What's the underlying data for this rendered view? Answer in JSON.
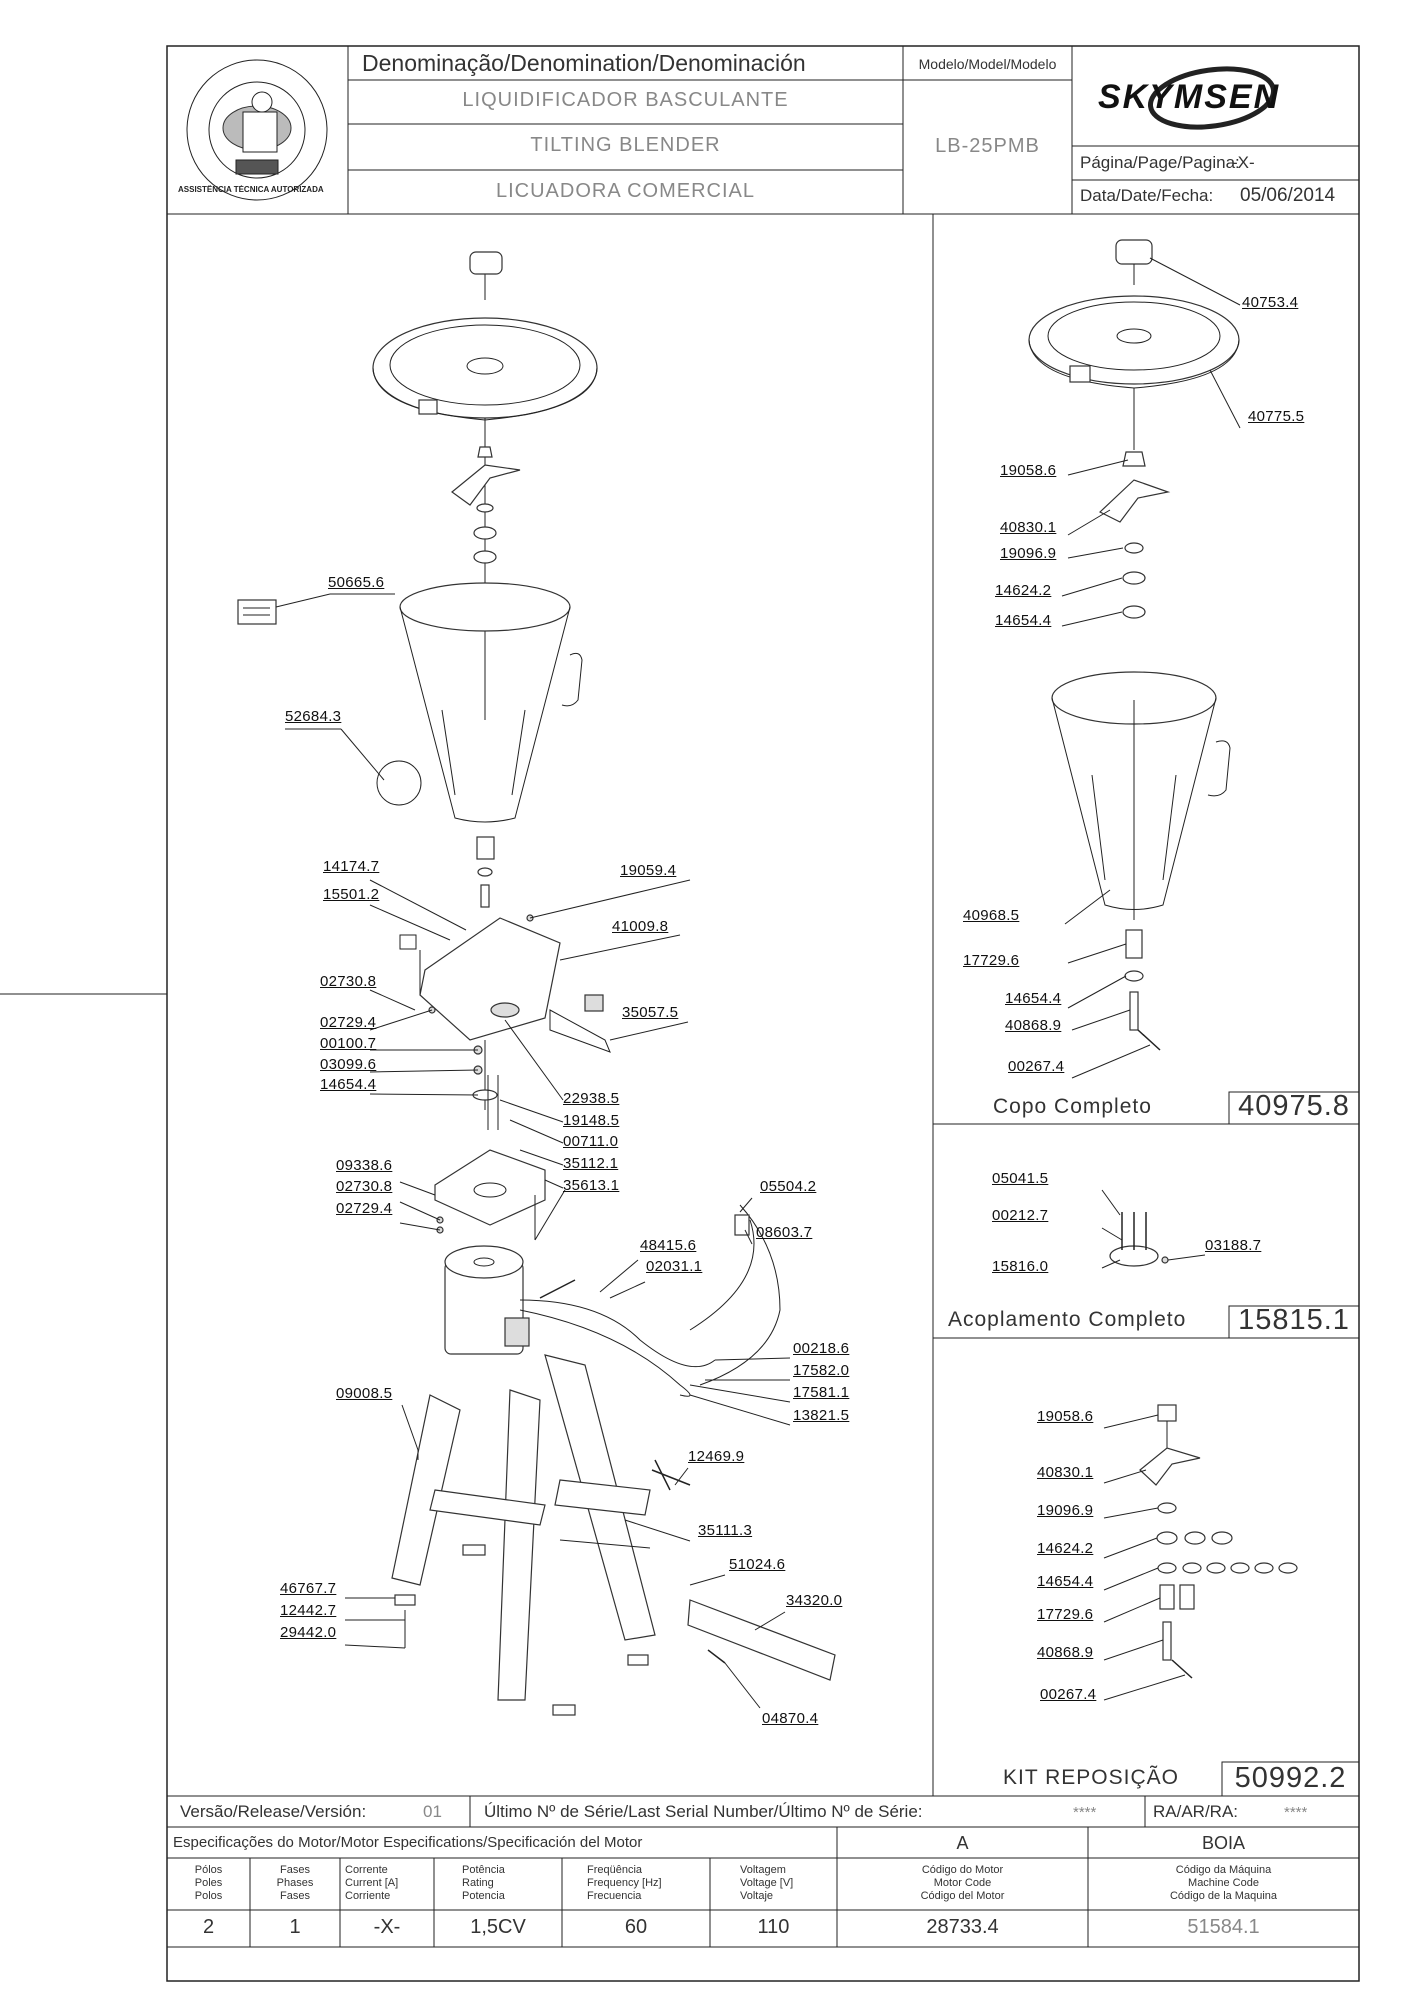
{
  "header": {
    "denomination_label": "Denominação/Denomination/Denominación",
    "name_pt": "LIQUIDIFICADOR  BASCULANTE",
    "name_en": "TILTING  BLENDER",
    "name_es": "LICUADORA  COMERCIAL",
    "model_label": "Modelo/Model/Modelo",
    "model_value": "LB-25PMB",
    "brand": "SKYMSEN",
    "page_label": "Página/Page/Pagina:",
    "page_value": "-X-",
    "date_label": "Data/Date/Fecha:",
    "date_value": "05/06/2014",
    "seal_text": "ASSISTÊNCIA TÉCNICA AUTORIZADA"
  },
  "main_labels": [
    "50665.6",
    "52684.3",
    "14174.7",
    "15501.2",
    "19059.4",
    "41009.8",
    "02730.8",
    "02729.4",
    "00100.7",
    "03099.6",
    "14654.4",
    "35057.5",
    "22938.5",
    "19148.5",
    "00711.0",
    "35112.1",
    "35613.1",
    "09338.6",
    "02730.8",
    "02729.4",
    "05504.2",
    "08603.7",
    "48415.6",
    "02031.1",
    "00218.6",
    "17582.0",
    "17581.1",
    "13821.5",
    "09008.5",
    "12469.9",
    "35111.3",
    "51024.6",
    "46767.7",
    "12442.7",
    "29442.0",
    "34320.0",
    "04870.4"
  ],
  "copo": {
    "labels": [
      "40753.4",
      "40775.5",
      "19058.6",
      "40830.1",
      "19096.9",
      "14624.2",
      "14654.4",
      "40968.5",
      "17729.6",
      "14654.4",
      "40868.9",
      "00267.4"
    ],
    "title": "Copo  Completo",
    "code": "40975.8"
  },
  "acoplamento": {
    "labels": [
      "05041.5",
      "00212.7",
      "03188.7",
      "15816.0"
    ],
    "title": "Acoplamento  Completo",
    "code": "15815.1"
  },
  "kit": {
    "labels": [
      "19058.6",
      "40830.1",
      "19096.9",
      "14624.2",
      "14654.4",
      "17729.6",
      "40868.9",
      "00267.4"
    ],
    "title": "KIT  REPOSIÇÃO",
    "code": "50992.2"
  },
  "footer": {
    "release_label": "Versão/Release/Versión:",
    "release_value": "01",
    "serial_label": "Último  Nº  de  Série/Last  Serial  Number/Último  Nº  de  Série:",
    "serial_value": "****",
    "ra_label": "RA/AR/RA:",
    "ra_value": "****",
    "motor_spec_label": "Especificações  do  Motor/Motor  Especifications/Specificación  del  Motor",
    "col_a": "A",
    "col_boia": "BOIA",
    "columns": [
      {
        "h": [
          "Pólos",
          "Poles",
          "Polos"
        ],
        "v": "2"
      },
      {
        "h": [
          "Fases",
          "Phases",
          "Fases"
        ],
        "v": "1"
      },
      {
        "h": [
          "Corrente",
          "Current [A]",
          "Corriente"
        ],
        "v": "-X-"
      },
      {
        "h": [
          "Potência",
          "Rating",
          "Potencia"
        ],
        "v": "1,5CV"
      },
      {
        "h": [
          "Freqüência",
          "Frequency [Hz]",
          "Frecuencia"
        ],
        "v": "60"
      },
      {
        "h": [
          "Voltagem",
          "Voltage [V]",
          "Voltaje"
        ],
        "v": "110"
      },
      {
        "h": [
          "Código do Motor",
          "Motor Code",
          "Código del Motor"
        ],
        "v": "28733.4"
      },
      {
        "h": [
          "Código da Máquina",
          "Machine Code",
          "Código de la Maquina"
        ],
        "v": "51584.1"
      }
    ]
  }
}
